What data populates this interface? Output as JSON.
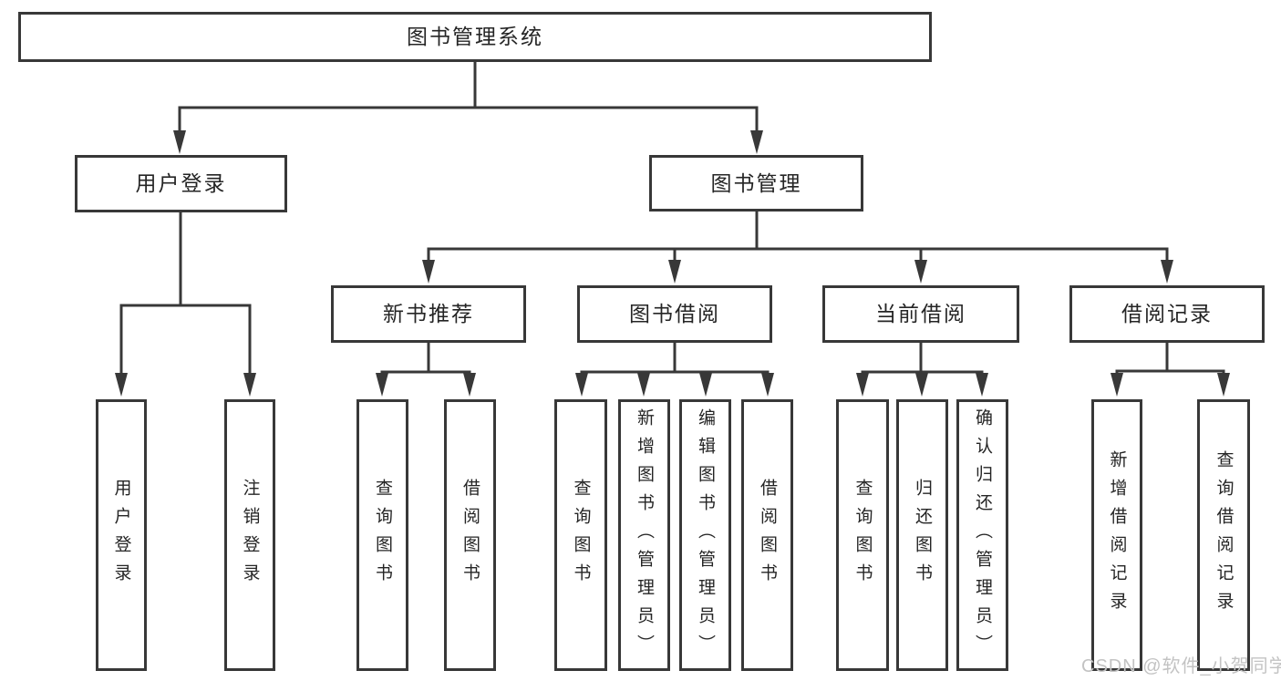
{
  "diagram_title": "图书管理系统",
  "tree": {
    "label": "图书管理系统",
    "children": [
      {
        "label": "用户登录",
        "children": [
          {
            "label": "用户登录"
          },
          {
            "label": "注销登录"
          }
        ]
      },
      {
        "label": "图书管理",
        "children": [
          {
            "label": "新书推荐",
            "children": [
              {
                "label": "查询图书"
              },
              {
                "label": "借阅图书"
              }
            ]
          },
          {
            "label": "图书借阅",
            "children": [
              {
                "label": "查询图书"
              },
              {
                "label": "新增图书（管理员）"
              },
              {
                "label": "编辑图书（管理员）"
              },
              {
                "label": "借阅图书"
              }
            ]
          },
          {
            "label": "当前借阅",
            "children": [
              {
                "label": "查询图书"
              },
              {
                "label": "归还图书"
              },
              {
                "label": "确认归还（管理员）"
              }
            ]
          },
          {
            "label": "借阅记录",
            "children": [
              {
                "label": "新增借阅记录"
              },
              {
                "label": "查询借阅记录"
              }
            ]
          }
        ]
      }
    ]
  },
  "watermark": {
    "text": "CSDN @软件_小贺同学"
  },
  "colors": {
    "line": "#383838",
    "text": "#252525",
    "watermark": "#c3c3c3",
    "background": "#ffffff"
  }
}
